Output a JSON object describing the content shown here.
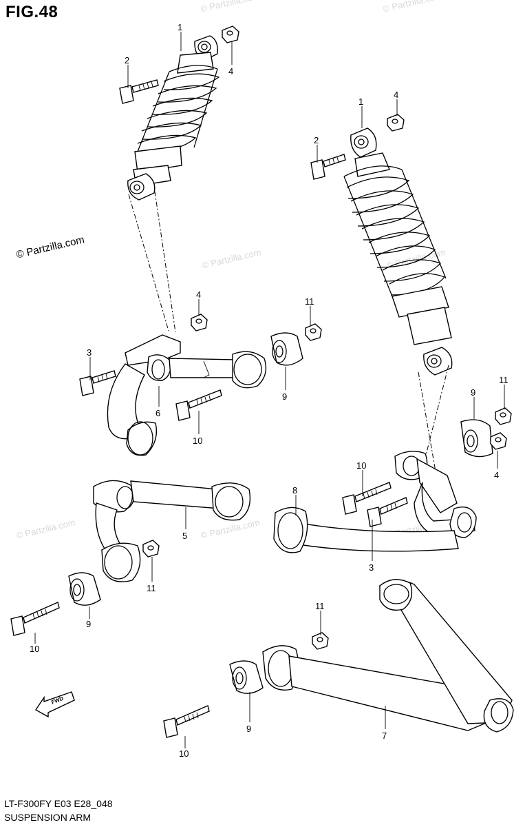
{
  "figure": {
    "title": "FIG.48",
    "model_code": "LT-F300FY E03 E28_048",
    "section_name": "SUSPENSION ARM",
    "watermark_main": "© Partzilla.com",
    "watermark_faint": "© Partzilla.com",
    "fwd_label": "FWD"
  },
  "callouts": {
    "c1a": "1",
    "c2a": "2",
    "c4a": "4",
    "c4b": "4",
    "c1b": "1",
    "c4c": "4",
    "c2b": "2",
    "c11a": "11",
    "c3a": "3",
    "c9a": "9",
    "c6": "6",
    "c10a": "10",
    "c11b": "11",
    "c9b": "9",
    "c4d": "4",
    "c10b": "10",
    "c8": "8",
    "c5": "5",
    "c3b": "3",
    "c11c": "11",
    "c9c": "9",
    "c10c": "10",
    "c11d": "11",
    "c7": "7",
    "c9d": "9",
    "c10d": "10"
  }
}
